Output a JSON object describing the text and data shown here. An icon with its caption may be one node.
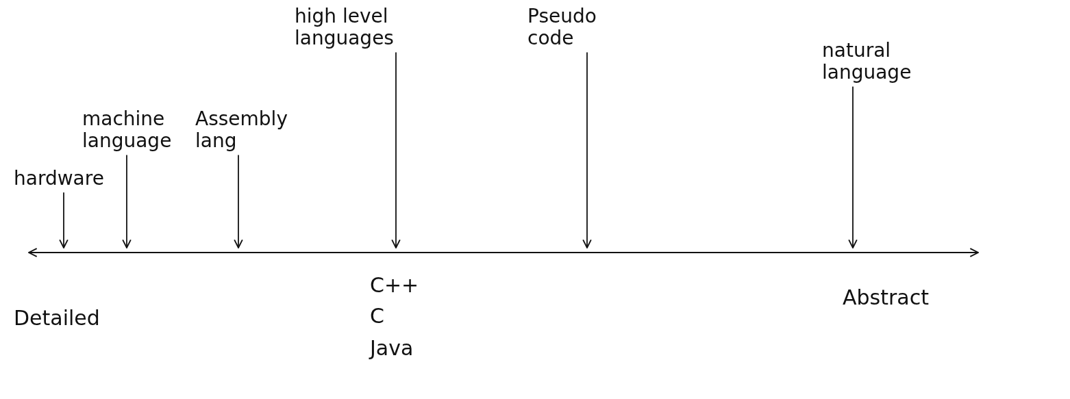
{
  "diagram": {
    "nodes": [
      {
        "text": [
          "hardware"
        ]
      },
      {
        "text": [
          "machine language"
        ]
      },
      {
        "text": [
          "Assembly lang"
        ]
      },
      {
        "text": [
          "high level languages"
        ]
      },
      {
        "text": [
          "Pseudo code"
        ]
      },
      {
        "text": [
          "natural language"
        ]
      },
      {
        "text": [],
        "shape": "line"
      }
    ],
    "edges": [
      {
        "from": 0,
        "to": 6,
        "arrow": "to"
      },
      {
        "from": 1,
        "to": 6,
        "arrow": "to"
      },
      {
        "from": 2,
        "to": 6,
        "arrow": "to"
      },
      {
        "from": 3,
        "to": 6,
        "arrow": "to"
      },
      {
        "from": 4,
        "to": 6,
        "arrow": "to"
      },
      {
        "from": 5,
        "to": 6,
        "arrow": "to"
      }
    ],
    "labels": [
      "C++",
      "C",
      "Java",
      "Detailed",
      "Abstract"
    ]
  }
}
